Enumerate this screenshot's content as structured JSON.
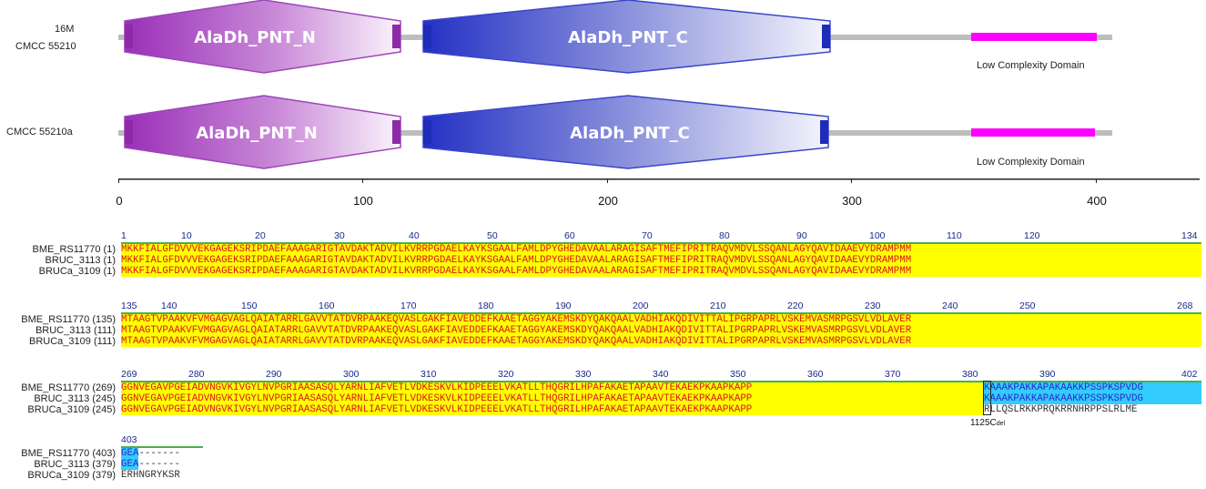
{
  "domains": {
    "row1_label_line1": "16M",
    "row1_label_line2": "CMCC  55210",
    "row2_label": "CMCC  55210a",
    "domain_n": "AlaDh_PNT_N",
    "domain_c": "AlaDh_PNT_C",
    "low_complexity": "Low Complexity Domain",
    "colors": {
      "domain_n": "#a33cc0",
      "domain_c": "#2f3bc8",
      "low_complexity": "#ff00ff",
      "backbone": "#bdbdbd"
    }
  },
  "scale": {
    "ticks": [
      "0",
      "100",
      "200",
      "300",
      "400"
    ]
  },
  "alignment": {
    "blocks": [
      {
        "numbers": [
          "1",
          "10",
          "20",
          "30",
          "40",
          "50",
          "60",
          "70",
          "80",
          "90",
          "100",
          "110",
          "120",
          "134"
        ],
        "names": [
          "BME_RS11770 (1)",
          "BRUC_3113 (1)",
          "BRUCa_3109 (1)"
        ],
        "seqs": [
          "MKKFIALGFDVVVEKGAGEKSRIPDAEFAAAGARIGTAVDAKTADVILKVRRPGDAELKAYKSGAALFAMLDPYGHEDAVAALARAGISAFTMEFIPRITRAQVMDVLSSQANLAGYQAVIDAAEVYDRAMPMM",
          "MKKFIALGFDVVVEKGAGEKSRIPDAEFAAAGARIGTAVDAKTADVILKVRRPGDAELKAYKSGAALFAMLDPYGHEDAVAALARAGISAFTMEFIPRITRAQVMDVLSSQANLAGYQAVIDAAEVYDRAMPMM",
          "MKKFIALGFDVVVEKGAGEKSRIPDAEFAAAGARIGTAVDAKTADVILKVRRPGDAELKAYKSGAALFAMLDPYGHEDAVAALARAGISAFTMEFIPRITRAQVMDVLSSQANLAGYQAVIDAAEVYDRAMPMM"
        ]
      },
      {
        "numbers": [
          "135",
          "140",
          "150",
          "160",
          "170",
          "180",
          "190",
          "200",
          "210",
          "220",
          "230",
          "240",
          "250",
          "268"
        ],
        "names": [
          "BME_RS11770 (135)",
          "BRUC_3113 (111)",
          "BRUCa_3109 (111)"
        ],
        "seqs": [
          "MTAAGTVPAAKVFVMGAGVAGLQAIATARRLGAVVTATDVRPAAKEQVASLGAKFIAVEDDEFKAAETAGGYAKEMSKDYQAKQAALVADHIAKQDIVITTALIPGRPAPRLVSKEMVASMRPGSVLVDLAVER",
          "MTAAGTVPAAKVFVMGAGVAGLQAIATARRLGAVVTATDVRPAAKEQVASLGAKFIAVEDDEFKAAETAGGYAKEMSKDYQAKQAALVADHIAKQDIVITTALIPGRPAPRLVSKEMVASMRPGSVLVDLAVER",
          "MTAAGTVPAAKVFVMGAGVAGLQAIATARRLGAVVTATDVRPAAKEQVASLGAKFIAVEDDEFKAAETAGGYAKEMSKDYQAKQAALVADHIAKQDIVITTALIPGRPAPRLVSKEMVASMRPGSVLVDLAVER"
        ]
      },
      {
        "numbers": [
          "269",
          "280",
          "290",
          "300",
          "310",
          "320",
          "330",
          "340",
          "350",
          "360",
          "370",
          "380",
          "390",
          "402"
        ],
        "names": [
          "BME_RS11770 (269)",
          "BRUC_3113 (245)",
          "BRUCa_3109 (245)"
        ],
        "seqs_yellow": [
          "GGNVEGAVPGEIADVNGVKIVGYLNVPGRIAASASQLYARNLIAFVETLVDKESKVLKIDPEEELVKATLLTHQGRILHPAFAKAETAPAAVTEKAEKPKAAPKAPP",
          "GGNVEGAVPGEIADVNGVKIVGYLNVPGRIAASASQLYARNLIAFVETLVDKESKVLKIDPEEELVKATLLTHQGRILHPAFAKAETAPAAVTEKAEKPKAAPKAPP",
          "GGNVEGAVPGEIADVNGVKIVGYLNVPGRIAASASQLYARNLIAFVETLVDKESKVLKIDPEEELVKATLLTHQGRILHPAFAKAETAPAAVTEKAEKPKAAPKAPP"
        ],
        "seqs_tail": [
          "KAAAKPAKKAPAKAAKKPSSPKSPVDG",
          "KAAAKPAKKAPAKAAKKPSSPKSPVDG",
          "RLLQSLRKKPRQKRRNHRPPSLRLME"
        ],
        "mutation_label": "1125C",
        "mutation_sub": "del"
      },
      {
        "numbers": [
          "403"
        ],
        "names": [
          "BME_RS11770 (403)",
          "BRUC_3113 (379)",
          "BRUCa_3109 (379)"
        ],
        "seqs_cyan": [
          "GEA",
          "GEA",
          ""
        ],
        "seqs_rest": [
          "-------",
          "-------",
          "ERHNGRYKSR"
        ]
      }
    ]
  }
}
